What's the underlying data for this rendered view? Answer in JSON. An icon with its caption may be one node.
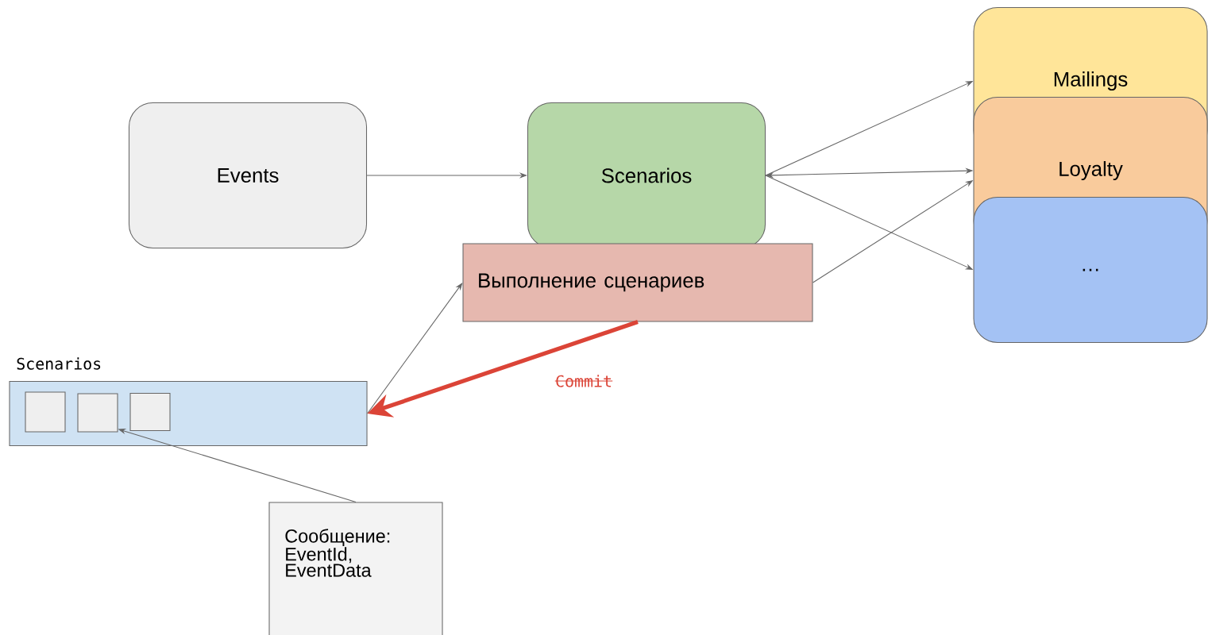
{
  "diagram": {
    "nodes": [
      {
        "text": [
          "Events"
        ]
      },
      {
        "text": [
          "Scenarios"
        ]
      },
      {
        "text": [
          "Выполнение сценариев"
        ]
      },
      {
        "text": [
          "Mailings"
        ]
      },
      {
        "text": [
          "Loyalty"
        ]
      },
      {
        "text": [
          "…"
        ]
      },
      {
        "text": [
          "Scenarios"
        ]
      },
      {
        "text": [],
        "shape": "box",
        "in": 6
      },
      {
        "text": [],
        "shape": "box",
        "in": 6
      },
      {
        "text": [],
        "shape": "box",
        "in": 6
      },
      {
        "text": [
          "Сообщение: EventId, EventData"
        ]
      }
    ],
    "edges": [
      {
        "from": 0,
        "to": 1,
        "arrow": "to"
      },
      {
        "from": 1,
        "to": 3,
        "arrow": "to"
      },
      {
        "from": 1,
        "to": 4,
        "arrow": "both"
      },
      {
        "from": 1,
        "to": 5,
        "arrow": "to"
      },
      {
        "from": 2,
        "to": 4,
        "arrow": "to"
      },
      {
        "from": 6,
        "to": 2,
        "arrow": "to"
      },
      {
        "from": 2,
        "to": 6,
        "arrow": "to",
        "label": "Commit",
        "style": "thick",
        "color": "#db4437"
      },
      {
        "from": 10,
        "to": 8,
        "arrow": "to"
      }
    ]
  }
}
